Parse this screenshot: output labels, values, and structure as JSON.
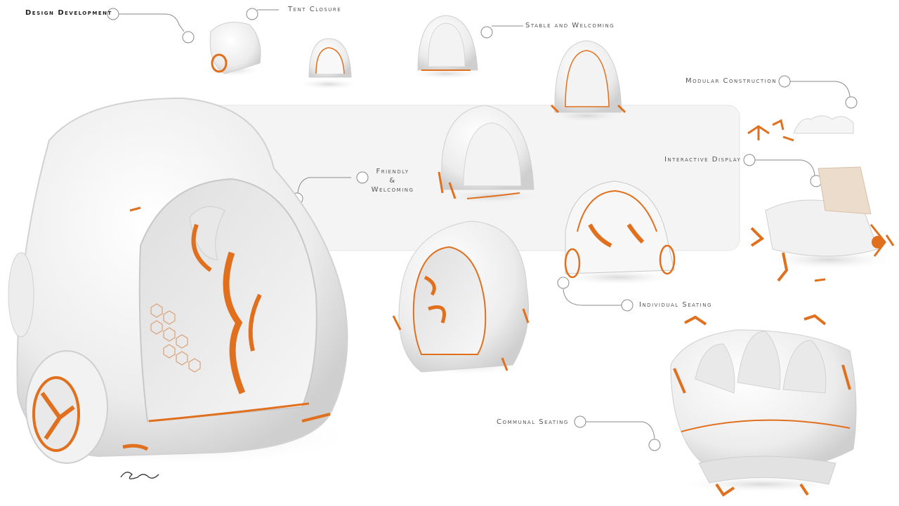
{
  "labels": {
    "design_development": "Design Development",
    "tent_closure": "Tent Closure",
    "stable_welcoming": "Stable and Welcoming",
    "modular_construction": "Modular Construction",
    "interactive_display": "Interactive Display",
    "friendly": "Friendly",
    "ampersand": "&",
    "welcoming": "Welcoming",
    "individual_seating": "Individual Seating",
    "communal_seating": "Communal Seating"
  },
  "colors": {
    "accent": "#e0701e",
    "body": "#f1f1f1",
    "panel": "#f4f4f4",
    "leader": "#8a8a8a"
  },
  "signature": "artist signature"
}
